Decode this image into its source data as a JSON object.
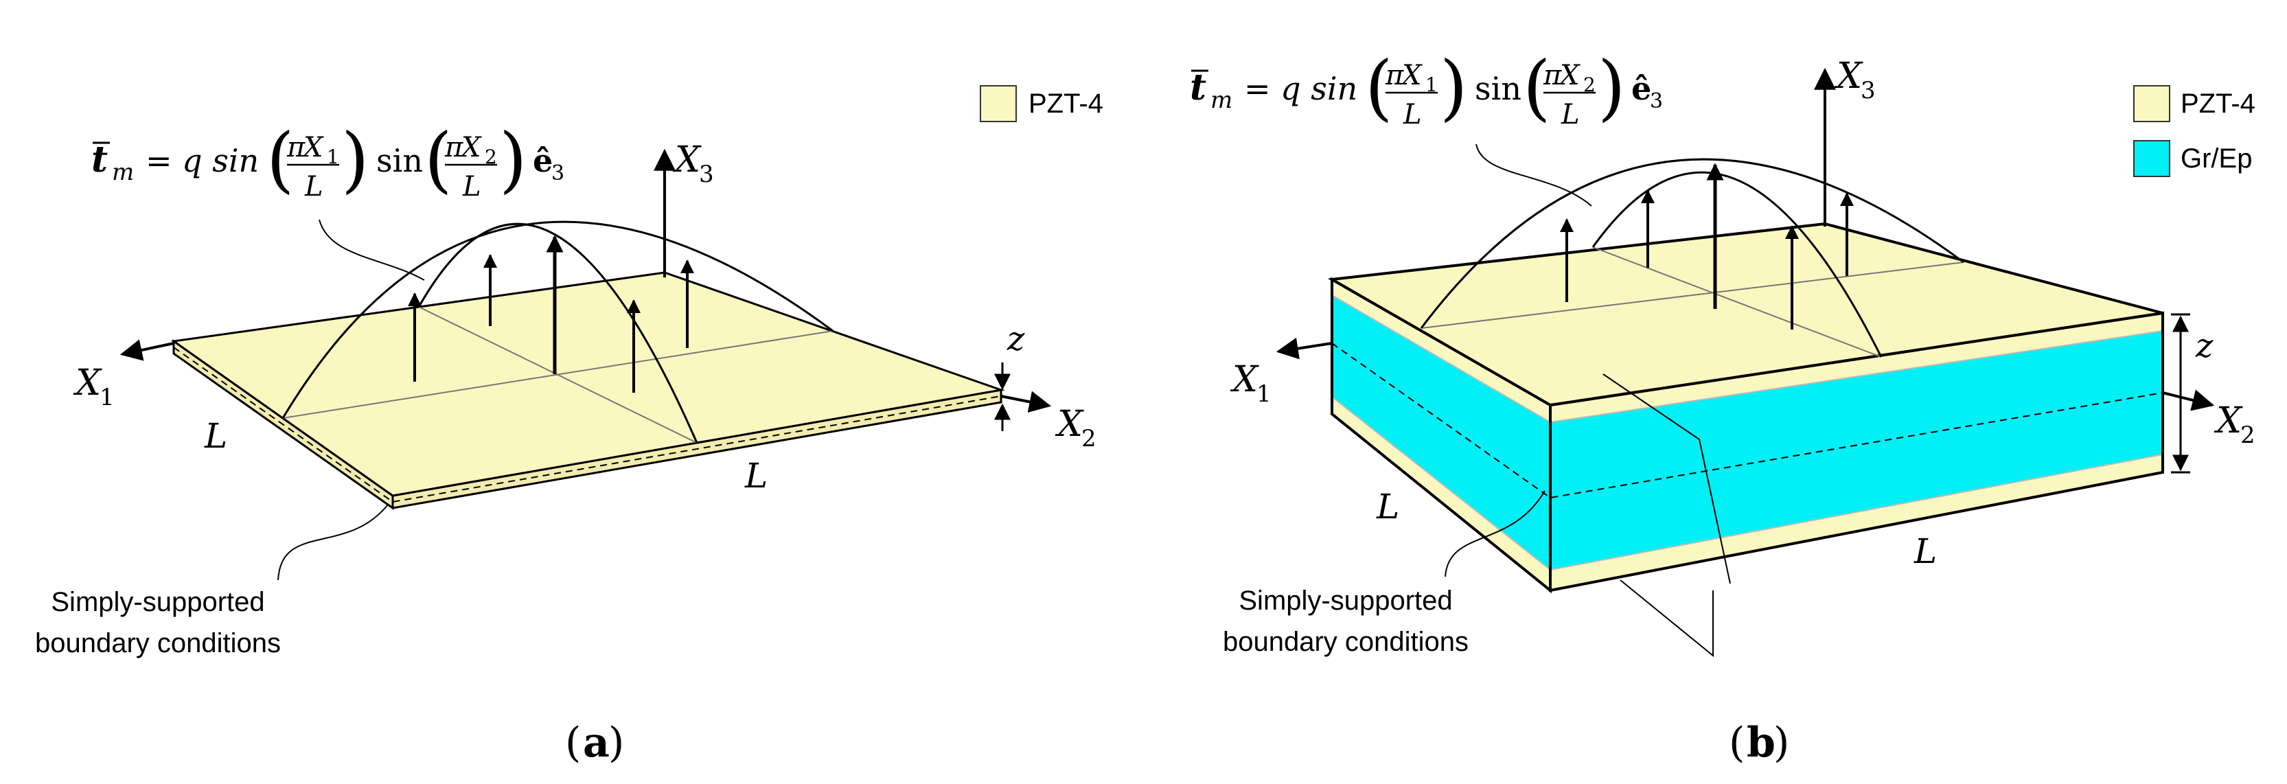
{
  "colors": {
    "pzt": "#fbf7c0",
    "pzt_side": "#f2ecb0",
    "grep": "#00f0f5",
    "line": "#000000",
    "thin": "#666666"
  },
  "legend_a": [
    {
      "label": "PZT-4",
      "color": "#fbf7c0"
    }
  ],
  "legend_b": [
    {
      "label": "PZT-4",
      "color": "#fbf7c0"
    },
    {
      "label": "Gr/Ep",
      "color": "#00f0f5"
    }
  ],
  "formula": {
    "t": "t",
    "sub_m": "m",
    "eq": "= q sin",
    "pi": "π",
    "X": "X",
    "one": "1",
    "two": "2",
    "three": "3",
    "L": "L",
    "sin": "sin",
    "e": "ê"
  },
  "axes": {
    "x1": "X",
    "x2": "X",
    "x3": "X",
    "sub1": "1",
    "sub2": "2",
    "sub3": "3",
    "z": "z",
    "L": "L"
  },
  "annotation": {
    "line1": "Simply-supported",
    "line2": "boundary conditions"
  },
  "captions": {
    "a": "a",
    "b": "b"
  }
}
